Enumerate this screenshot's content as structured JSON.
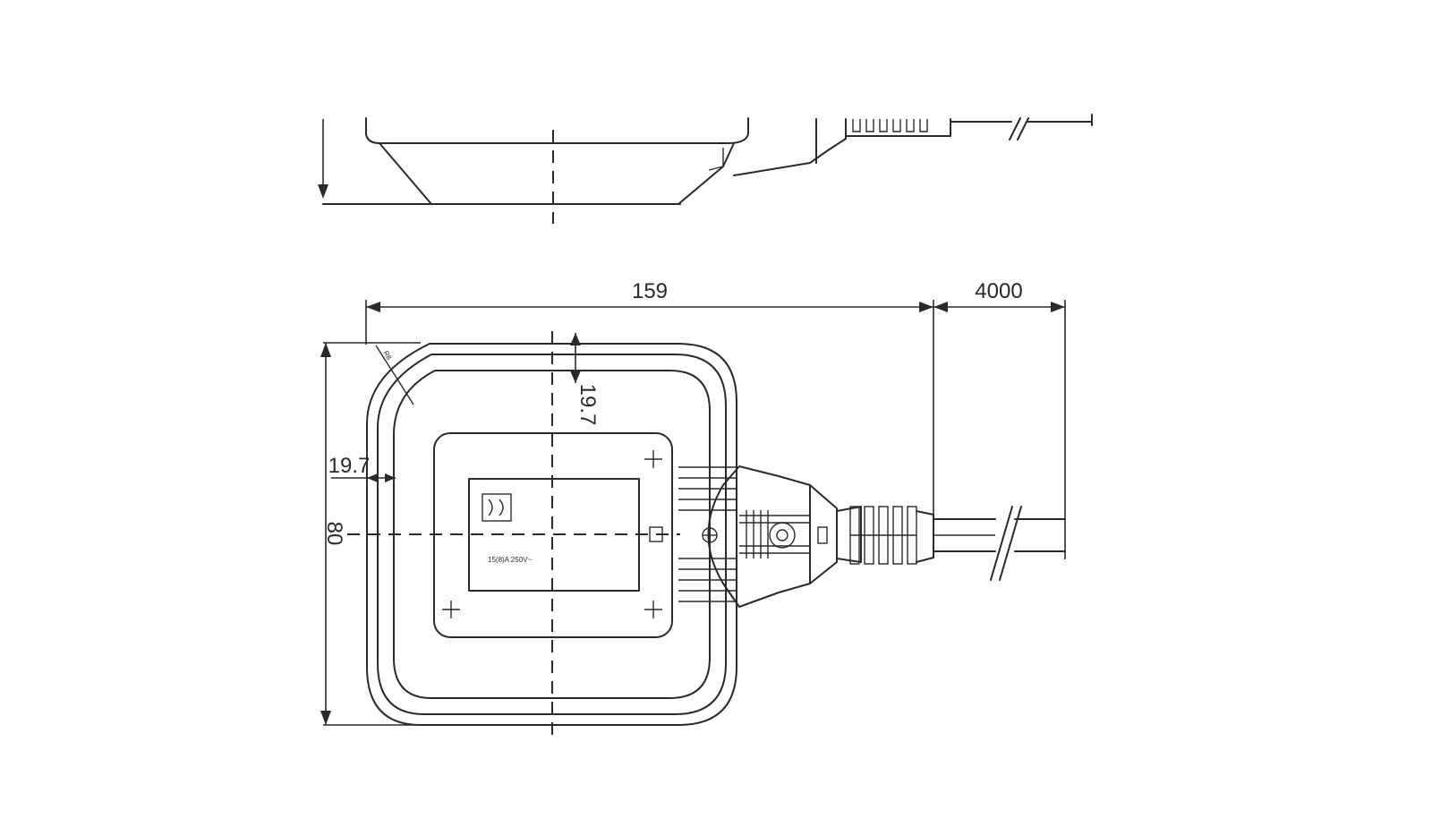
{
  "dimensions": {
    "length": "159",
    "cable_length": "4000",
    "width": "80",
    "edge_offset_top": "19.7",
    "edge_offset_side": "19.7",
    "corner_radius": "R8"
  },
  "label": {
    "rating": "15(8)A 250V~"
  }
}
